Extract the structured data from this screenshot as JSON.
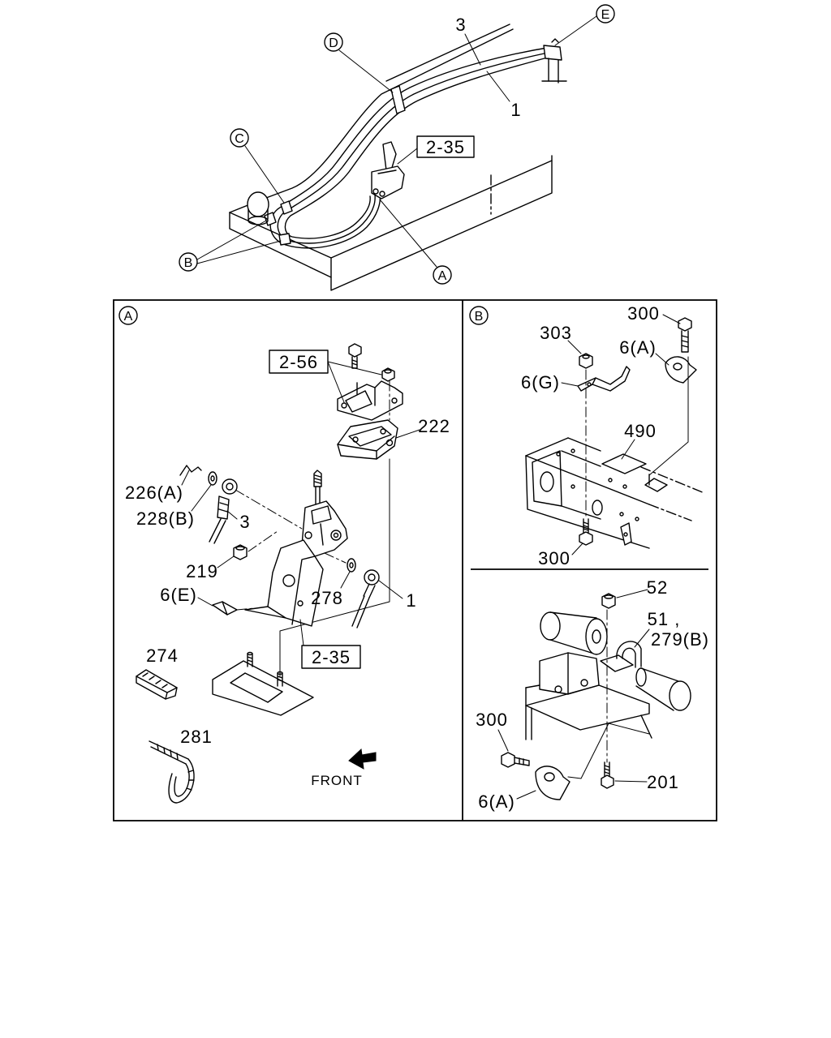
{
  "overview": {
    "callout_e": "E",
    "callout_d": "D",
    "callout_c": "C",
    "callout_b": "B",
    "callout_a": "A",
    "part_3": "3",
    "part_1": "1",
    "ref_box": "2-35"
  },
  "detail_a": {
    "tag": "A",
    "ref_top": "2-56",
    "ref_bottom": "2-35",
    "part_222": "222",
    "part_226a": "226(A)",
    "part_228b": "228(B)",
    "part_3": "3",
    "part_219": "219",
    "part_1": "1",
    "part_6e": "6(E)",
    "part_278": "278",
    "part_274": "274",
    "part_281": "281",
    "front_label": "FRONT"
  },
  "detail_b": {
    "tag": "B",
    "part_300_top": "300",
    "part_303": "303",
    "part_6a": "6(A)",
    "part_6g": "6(G)",
    "part_490": "490",
    "part_300_bottom": "300"
  },
  "detail_lower": {
    "part_52": "52",
    "part_51": "51 ,",
    "part_279b": "279(B)",
    "part_300": "300",
    "part_201": "201",
    "part_6a": "6(A)"
  },
  "colors": {
    "ink": "#000000",
    "background": "#ffffff"
  }
}
